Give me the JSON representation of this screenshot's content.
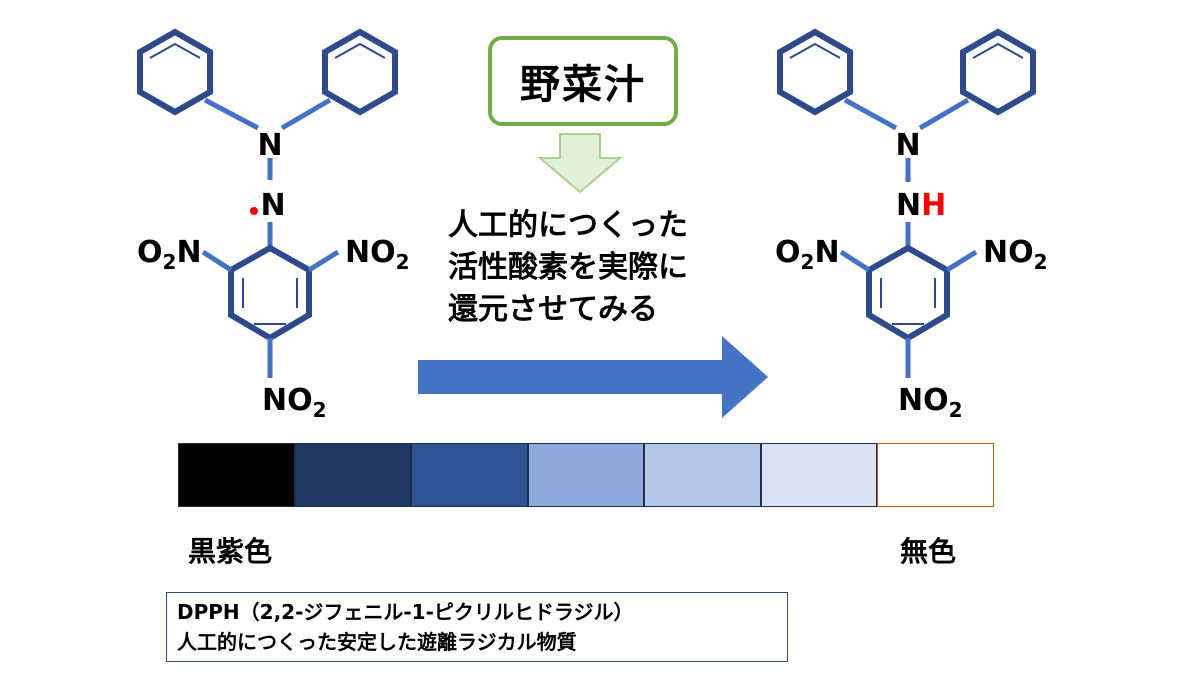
{
  "colors": {
    "bond": "#4472c4",
    "ring": "#2f4a8a",
    "radical_dot": "#ff0000",
    "hydrogen": "#ff0000",
    "box_border": "#70ad47",
    "down_arrow_fill": "#e2efd9",
    "down_arrow_stroke": "#a9d18e",
    "main_arrow": "#4472c4"
  },
  "left_molecule": {
    "n_top": "N",
    "n_bottom": "N",
    "o2n": "O2N",
    "no2_right": "NO2",
    "no2_bottom": "NO2"
  },
  "right_molecule": {
    "n_top": "N",
    "nh_n": "N",
    "nh_h": "H",
    "o2n": "O2N",
    "no2_right": "NO2",
    "no2_bottom": "NO2"
  },
  "center": {
    "box_label": "野菜汁",
    "lines": [
      "人工的につくった",
      "活性酸素を実際に",
      "還元させてみる"
    ]
  },
  "color_scale": {
    "swatches": [
      "#000000",
      "#1f3864",
      "#2f5597",
      "#8faadc",
      "#b4c7e7",
      "#dae3f3",
      "#ffffff"
    ],
    "left_label": "黒紫色",
    "right_label": "無色"
  },
  "note": {
    "line1": "DPPH（2,2-ジフェニル-1-ピクリルヒドラジル）",
    "line2": "人工的につくった安定した遊離ラジカル物質"
  }
}
